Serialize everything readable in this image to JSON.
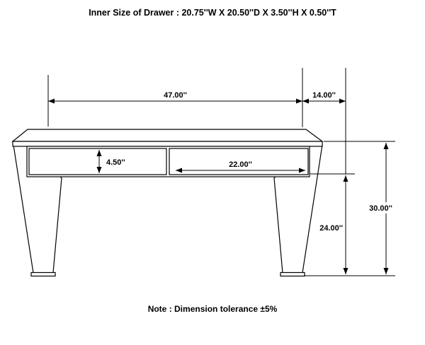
{
  "title": "Inner Size of Drawer : 20.75''W X 20.50''D X 3.50''H X 0.50''T",
  "note": "Note : Dimension tolerance ±5%",
  "dimensions": {
    "top_width": "47.00''",
    "top_depth": "14.00''",
    "drawer_front_height": "4.50''",
    "drawer_inner_width": "22.00''",
    "overall_height": "30.00''",
    "leg_height": "24.00''"
  },
  "colors": {
    "line": "#000000",
    "background": "#ffffff"
  }
}
